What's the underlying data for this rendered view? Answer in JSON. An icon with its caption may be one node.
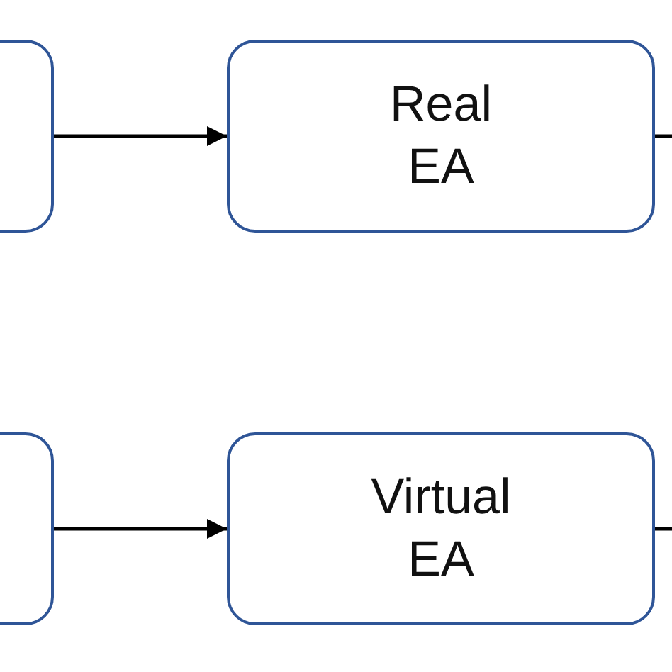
{
  "diagram": {
    "nodes": [
      {
        "text": [],
        "shape": "box"
      },
      {
        "text": [
          "Real EA"
        ]
      },
      {
        "text": [],
        "shape": "box"
      },
      {
        "text": [
          "Virtual EA"
        ]
      }
    ],
    "edges": [
      {
        "from": 0,
        "to": 1,
        "arrow": "to"
      },
      {
        "from": 1,
        "to": null,
        "arrow": "none"
      },
      {
        "from": 2,
        "to": 3,
        "arrow": "to"
      },
      {
        "from": 3,
        "to": null,
        "arrow": "none"
      }
    ]
  }
}
